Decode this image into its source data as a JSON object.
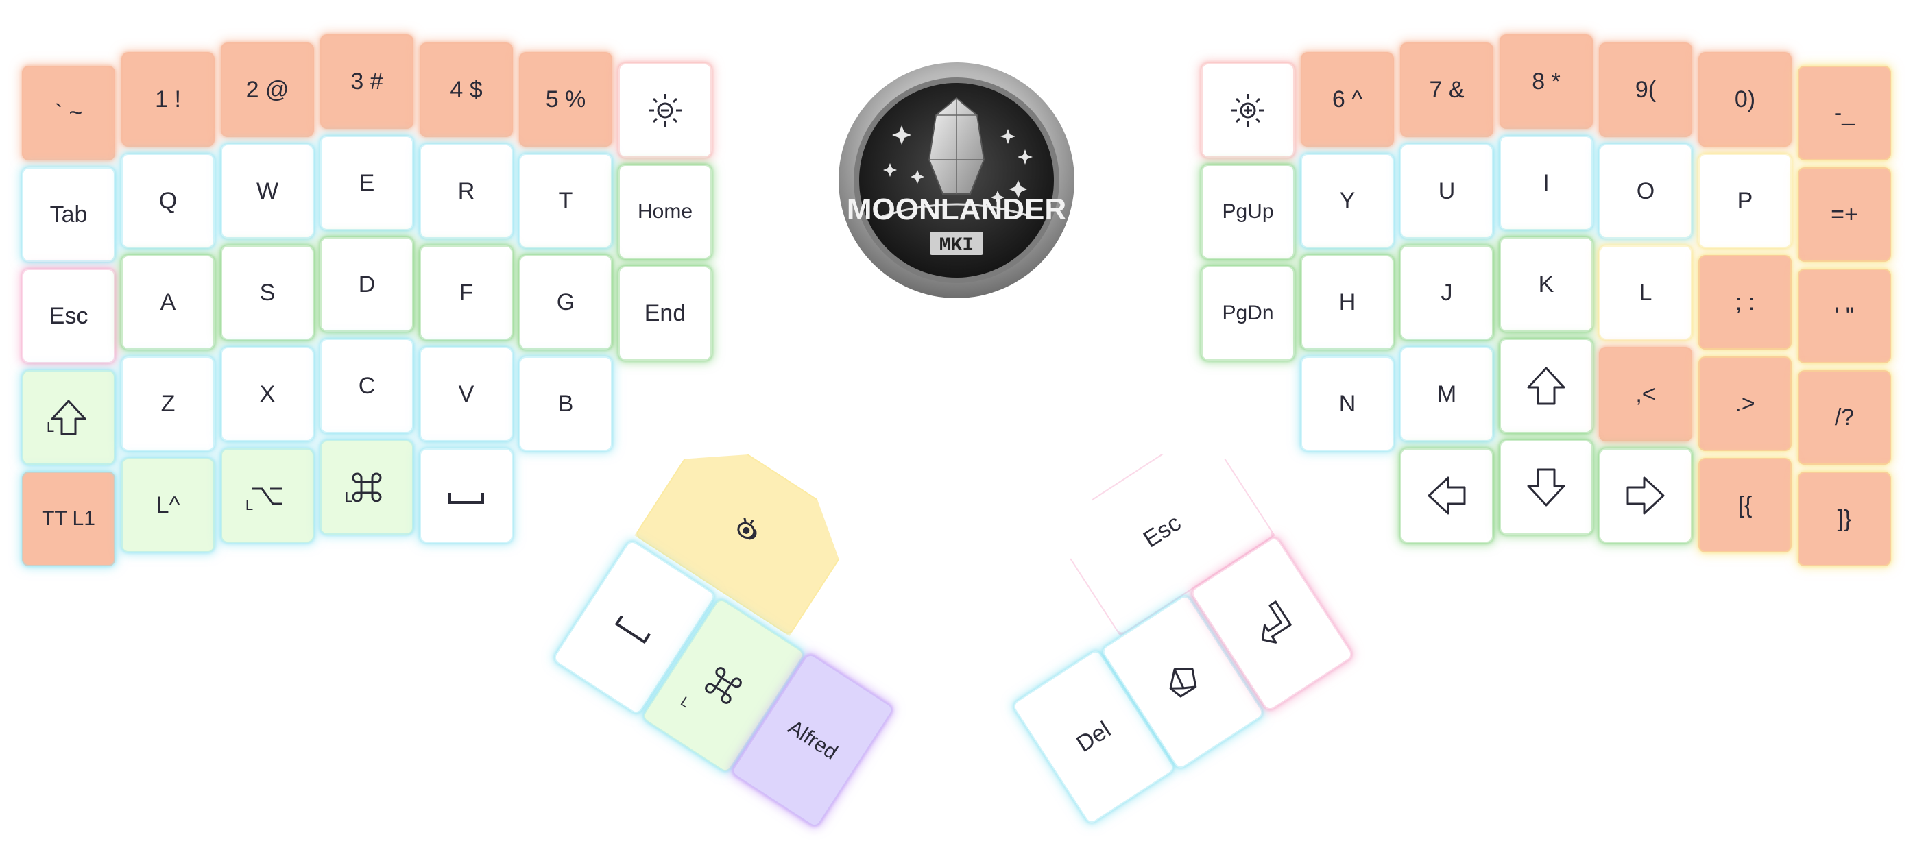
{
  "logo": {
    "name": "MOONLANDER",
    "badge": "MKI"
  },
  "colors": {
    "orange": "#f9bea3",
    "green_tint": "#e8fbe0",
    "yellow": "#fdeeb5",
    "purple": "#ddd5fc",
    "white": "#ffffff",
    "glow_blue": "#8fe3f2",
    "glow_green": "#7fd07a",
    "glow_red": "#f7a8a8",
    "glow_pink": "#f5a3c8",
    "glow_yellow": "#fbe58a",
    "glow_purple": "#c39cf6",
    "glow_orange": "#f8b89a"
  },
  "left": {
    "rows": [
      [
        {
          "label": "` ~",
          "fill": "orange",
          "glow": "glow_orange",
          "name": "key-grave"
        },
        {
          "label": "1 !",
          "fill": "orange",
          "glow": "glow_orange",
          "name": "key-1"
        },
        {
          "label": "2 @",
          "fill": "orange",
          "glow": "glow_orange",
          "name": "key-2"
        },
        {
          "label": "3 #",
          "fill": "orange",
          "glow": "glow_orange",
          "name": "key-3"
        },
        {
          "label": "4 $",
          "fill": "orange",
          "glow": "glow_orange",
          "name": "key-4"
        },
        {
          "label": "5 %",
          "fill": "orange",
          "glow": "glow_orange",
          "name": "key-5"
        },
        {
          "icon": "brightness-down-icon",
          "fill": "white",
          "glow": "glow_red",
          "name": "key-brightness-down"
        }
      ],
      [
        {
          "label": "Tab",
          "fill": "white",
          "glow": "glow_blue",
          "name": "key-tab"
        },
        {
          "label": "Q",
          "fill": "white",
          "glow": "glow_blue",
          "name": "key-q"
        },
        {
          "label": "W",
          "fill": "white",
          "glow": "glow_blue",
          "name": "key-w"
        },
        {
          "label": "E",
          "fill": "white",
          "glow": "glow_blue",
          "name": "key-e"
        },
        {
          "label": "R",
          "fill": "white",
          "glow": "glow_blue",
          "name": "key-r"
        },
        {
          "label": "T",
          "fill": "white",
          "glow": "glow_blue",
          "name": "key-t"
        },
        {
          "label": "Home",
          "fill": "white",
          "glow": "glow_green",
          "name": "key-home"
        }
      ],
      [
        {
          "label": "Esc",
          "fill": "white",
          "glow": "glow_pink",
          "name": "key-esc-left"
        },
        {
          "label": "A",
          "fill": "white",
          "glow": "glow_green",
          "name": "key-a"
        },
        {
          "label": "S",
          "fill": "white",
          "glow": "glow_green",
          "name": "key-s"
        },
        {
          "label": "D",
          "fill": "white",
          "glow": "glow_green",
          "name": "key-d"
        },
        {
          "label": "F",
          "fill": "white",
          "glow": "glow_green",
          "name": "key-f"
        },
        {
          "label": "G",
          "fill": "white",
          "glow": "glow_green",
          "name": "key-g"
        },
        {
          "label": "End",
          "fill": "white",
          "glow": "glow_green",
          "name": "key-end"
        }
      ],
      [
        {
          "icon": "shift-icon",
          "sub": "L",
          "fill": "green_tint",
          "glow": "glow_blue",
          "name": "key-left-shift"
        },
        {
          "label": "Z",
          "fill": "white",
          "glow": "glow_blue",
          "name": "key-z"
        },
        {
          "label": "X",
          "fill": "white",
          "glow": "glow_blue",
          "name": "key-x"
        },
        {
          "label": "C",
          "fill": "white",
          "glow": "glow_blue",
          "name": "key-c"
        },
        {
          "label": "V",
          "fill": "white",
          "glow": "glow_blue",
          "name": "key-v"
        },
        {
          "label": "B",
          "fill": "white",
          "glow": "glow_blue",
          "name": "key-b"
        }
      ],
      [
        {
          "label": "TT L1",
          "fill": "orange",
          "glow": "glow_blue",
          "name": "key-tt-l1"
        },
        {
          "label": "L^",
          "fill": "green_tint",
          "glow": "glow_blue",
          "name": "key-left-ctrl"
        },
        {
          "icon": "option-icon",
          "sub": "L",
          "fill": "green_tint",
          "glow": "glow_blue",
          "name": "key-left-alt"
        },
        {
          "icon": "command-icon",
          "sub": "L",
          "fill": "green_tint",
          "glow": "glow_blue",
          "name": "key-left-cmd"
        },
        {
          "icon": "space-icon",
          "fill": "white",
          "glow": "glow_blue",
          "name": "key-space-left"
        }
      ]
    ],
    "thumb": [
      {
        "icon": "hide-app-icon",
        "fill": "yellow",
        "glow": "glow_yellow",
        "name": "thumb-left-red-key"
      },
      {
        "icon": "space-icon",
        "fill": "white",
        "glow": "glow_blue",
        "name": "thumb-left-space"
      },
      {
        "icon": "command-icon",
        "sub": "L",
        "fill": "green_tint",
        "glow": "glow_blue",
        "name": "thumb-left-cmd"
      },
      {
        "label": "Alfred",
        "fill": "purple",
        "glow": "glow_purple",
        "name": "thumb-left-alfred"
      }
    ]
  },
  "right": {
    "rows": [
      [
        {
          "icon": "brightness-up-icon",
          "fill": "white",
          "glow": "glow_red",
          "name": "key-brightness-up"
        },
        {
          "label": "6 ^",
          "fill": "orange",
          "glow": "glow_orange",
          "name": "key-6"
        },
        {
          "label": "7 &",
          "fill": "orange",
          "glow": "glow_orange",
          "name": "key-7"
        },
        {
          "label": "8 *",
          "fill": "orange",
          "glow": "glow_orange",
          "name": "key-8"
        },
        {
          "label": "9(",
          "fill": "orange",
          "glow": "glow_orange",
          "name": "key-9"
        },
        {
          "label": "0)",
          "fill": "orange",
          "glow": "glow_orange",
          "name": "key-0"
        },
        {
          "label": "-_",
          "fill": "orange",
          "glow": "glow_yellow",
          "name": "key-minus"
        }
      ],
      [
        {
          "label": "PgUp",
          "fill": "white",
          "glow": "glow_green",
          "name": "key-pgup"
        },
        {
          "label": "Y",
          "fill": "white",
          "glow": "glow_blue",
          "name": "key-y"
        },
        {
          "label": "U",
          "fill": "white",
          "glow": "glow_blue",
          "name": "key-u"
        },
        {
          "label": "I",
          "fill": "white",
          "glow": "glow_blue",
          "name": "key-i"
        },
        {
          "label": "O",
          "fill": "white",
          "glow": "glow_blue",
          "name": "key-o"
        },
        {
          "label": "P",
          "fill": "white",
          "glow": "glow_yellow",
          "name": "key-p"
        },
        {
          "label": "=+",
          "fill": "orange",
          "glow": "glow_yellow",
          "name": "key-equal"
        }
      ],
      [
        {
          "label": "PgDn",
          "fill": "white",
          "glow": "glow_green",
          "name": "key-pgdn"
        },
        {
          "label": "H",
          "fill": "white",
          "glow": "glow_green",
          "name": "key-h"
        },
        {
          "label": "J",
          "fill": "white",
          "glow": "glow_green",
          "name": "key-j"
        },
        {
          "label": "K",
          "fill": "white",
          "glow": "glow_green",
          "name": "key-k"
        },
        {
          "label": "L",
          "fill": "white",
          "glow": "glow_yellow",
          "name": "key-l"
        },
        {
          "label": "; :",
          "fill": "orange",
          "glow": "glow_yellow",
          "name": "key-semicolon"
        },
        {
          "label": "' \"",
          "fill": "orange",
          "glow": "glow_yellow",
          "name": "key-quote"
        }
      ],
      [
        {
          "label": "N",
          "fill": "white",
          "glow": "glow_blue",
          "name": "key-n"
        },
        {
          "label": "M",
          "fill": "white",
          "glow": "glow_blue",
          "name": "key-m"
        },
        {
          "icon": "arrow-up-icon",
          "fill": "white",
          "glow": "glow_green",
          "name": "key-arrow-up"
        },
        {
          "label": ",<",
          "fill": "orange",
          "glow": "glow_orange",
          "name": "key-comma"
        },
        {
          "label": ".>",
          "fill": "orange",
          "glow": "glow_yellow",
          "name": "key-period"
        },
        {
          "label": "/?",
          "fill": "orange",
          "glow": "glow_yellow",
          "name": "key-slash"
        }
      ],
      [
        {
          "icon": "arrow-left-icon",
          "fill": "white",
          "glow": "glow_green",
          "name": "key-arrow-left"
        },
        {
          "icon": "arrow-down-icon",
          "fill": "white",
          "glow": "glow_green",
          "name": "key-arrow-down"
        },
        {
          "icon": "arrow-right-icon",
          "fill": "white",
          "glow": "glow_green",
          "name": "key-arrow-right"
        },
        {
          "label": "[{",
          "fill": "orange",
          "glow": "glow_yellow",
          "name": "key-bracket-left"
        },
        {
          "label": "]}",
          "fill": "orange",
          "glow": "glow_yellow",
          "name": "key-bracket-right"
        }
      ]
    ],
    "thumb": [
      {
        "label": "Esc",
        "fill": "white",
        "glow": "glow_pink",
        "name": "thumb-right-red-key"
      },
      {
        "label": "Del",
        "fill": "white",
        "glow": "glow_blue",
        "name": "thumb-right-del"
      },
      {
        "icon": "hyper-icon",
        "fill": "white",
        "glow": "glow_blue",
        "name": "thumb-right-hyper"
      },
      {
        "icon": "enter-icon",
        "fill": "white",
        "glow": "glow_pink",
        "name": "thumb-right-enter"
      }
    ]
  }
}
